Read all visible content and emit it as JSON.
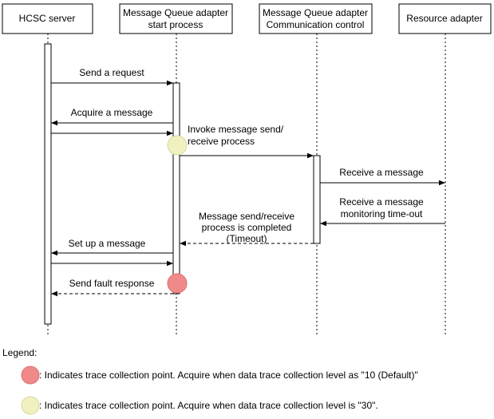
{
  "participants": [
    {
      "id": "hcsc",
      "lines": [
        "HCSC server"
      ]
    },
    {
      "id": "mq_start",
      "lines": [
        "Message Queue adapter",
        "start process"
      ]
    },
    {
      "id": "mq_comm",
      "lines": [
        "Message Queue adapter",
        "Communication control"
      ]
    },
    {
      "id": "resource",
      "lines": [
        "Resource adapter"
      ]
    }
  ],
  "messages": {
    "send_request": "Send a request",
    "acquire_message": "Acquire a message",
    "invoke_process": [
      "Invoke message send/",
      "receive process"
    ],
    "receive_message": "Receive a message",
    "monitoring_timeout": [
      "Receive a message",
      "monitoring time-out"
    ],
    "process_completed": [
      "Message send/receive",
      "process is completed",
      "(Timeout)"
    ],
    "set_up_message": "Set up a message",
    "send_fault_response": "Send fault response"
  },
  "legend": {
    "title": "Legend:",
    "items": [
      {
        "color": "#f08a8a",
        "text": ": Indicates trace collection point. Acquire when data trace collection level as \"10 (Default)\""
      },
      {
        "color": "#f0f0c0",
        "text": ": Indicates trace collection point. Acquire when data trace collection level is \"30\"."
      }
    ]
  },
  "colors": {
    "trace_default": "#f08a8a",
    "trace_30": "#f0f0c0",
    "trace_30_stroke": "#d8d8a0"
  }
}
